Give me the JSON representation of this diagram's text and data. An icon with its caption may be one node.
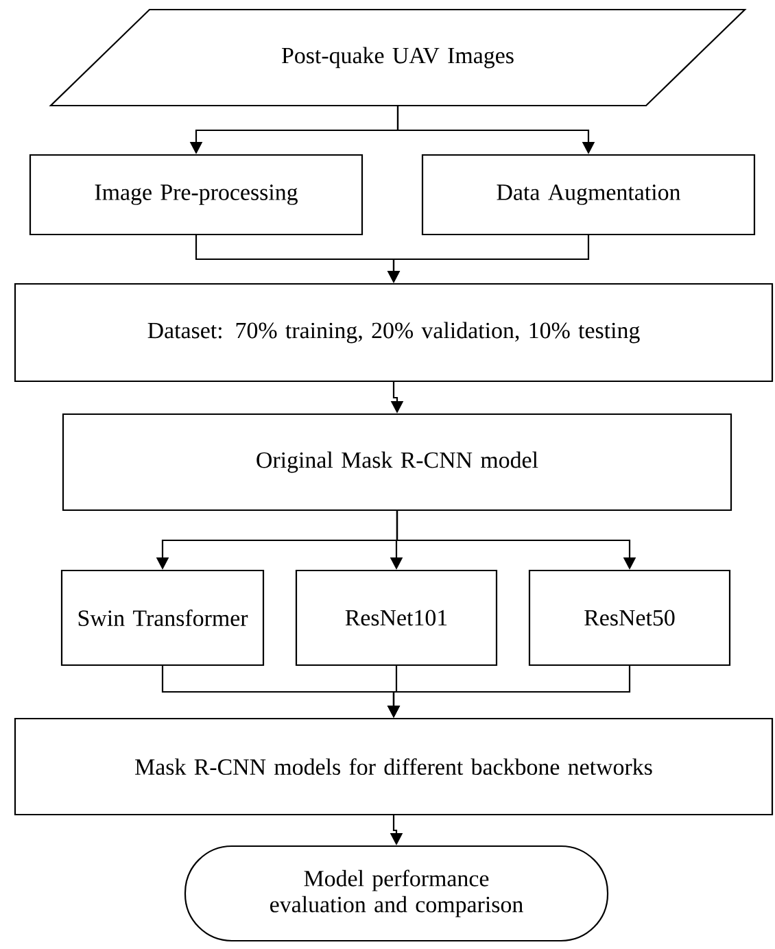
{
  "diagram": {
    "nodes": [
      {
        "text": [
          "Post-quake UAV Images"
        ]
      },
      {
        "text": [
          "Image Pre-processing"
        ]
      },
      {
        "text": [
          "Data Augmentation"
        ]
      },
      {
        "text": [
          "Dataset: 70% training, 20% validation, 10% testing"
        ]
      },
      {
        "text": [
          "Original Mask R-CNN model"
        ]
      },
      {
        "text": [
          "Swin Transformer"
        ]
      },
      {
        "text": [
          "ResNet101"
        ]
      },
      {
        "text": [
          "ResNet50"
        ]
      },
      {
        "text": [
          "Mask R-CNN models for different backbone networks"
        ]
      },
      {
        "text": [
          "Model performance evaluation and comparison"
        ]
      }
    ],
    "edges": [
      {
        "from": 0,
        "to": 1,
        "arrow": "to"
      },
      {
        "from": 0,
        "to": 2,
        "arrow": "to"
      },
      {
        "from": 1,
        "to": 3,
        "arrow": "to"
      },
      {
        "from": 2,
        "to": 3,
        "arrow": "to"
      },
      {
        "from": 3,
        "to": 4,
        "arrow": "to"
      },
      {
        "from": 4,
        "to": 5,
        "arrow": "to"
      },
      {
        "from": 4,
        "to": 6,
        "arrow": "to"
      },
      {
        "from": 4,
        "to": 7,
        "arrow": "to"
      },
      {
        "from": 5,
        "to": 8,
        "arrow": "to"
      },
      {
        "from": 6,
        "to": 8,
        "arrow": "to"
      },
      {
        "from": 7,
        "to": 8,
        "arrow": "to"
      },
      {
        "from": 8,
        "to": 9,
        "arrow": "to"
      }
    ]
  }
}
